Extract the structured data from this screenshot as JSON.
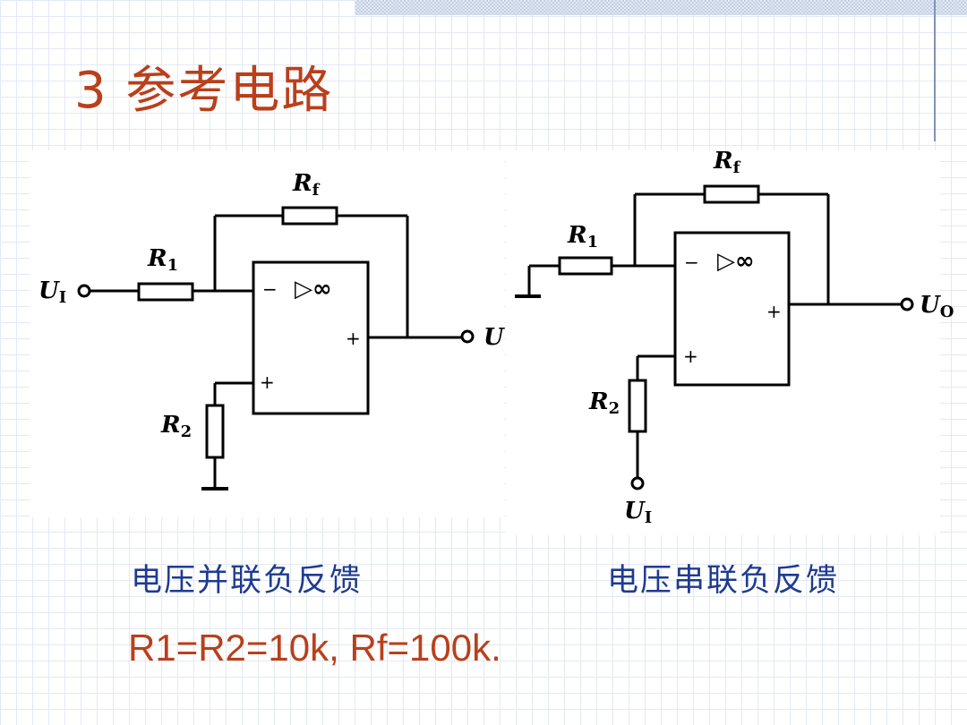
{
  "slide": {
    "title": "3 参考电路",
    "left_circuit": {
      "caption": "电压并联负反馈",
      "labels": {
        "rf": "R",
        "rf_sub": "f",
        "r1": "R",
        "r1_sub": "1",
        "r2": "R",
        "r2_sub": "2",
        "input": "U",
        "input_sub": "I",
        "output": "U",
        "minus": "−",
        "plus_out": "+",
        "plus_in": "+",
        "infinity": "▷∞"
      }
    },
    "right_circuit": {
      "caption": "电压串联负反馈",
      "labels": {
        "rf": "R",
        "rf_sub": "f",
        "r1": "R",
        "r1_sub": "1",
        "r2": "R",
        "r2_sub": "2",
        "input": "U",
        "input_sub": "I",
        "output": "U",
        "output_sub": "O",
        "minus": "−",
        "plus_out": "+",
        "plus_in": "+",
        "infinity": "▷∞"
      }
    },
    "params": "R1=R2=10k,   Rf=100k.",
    "colors": {
      "title": "#b9401a",
      "caption": "#1f3b8f",
      "grid": "#e3e9f3"
    }
  }
}
